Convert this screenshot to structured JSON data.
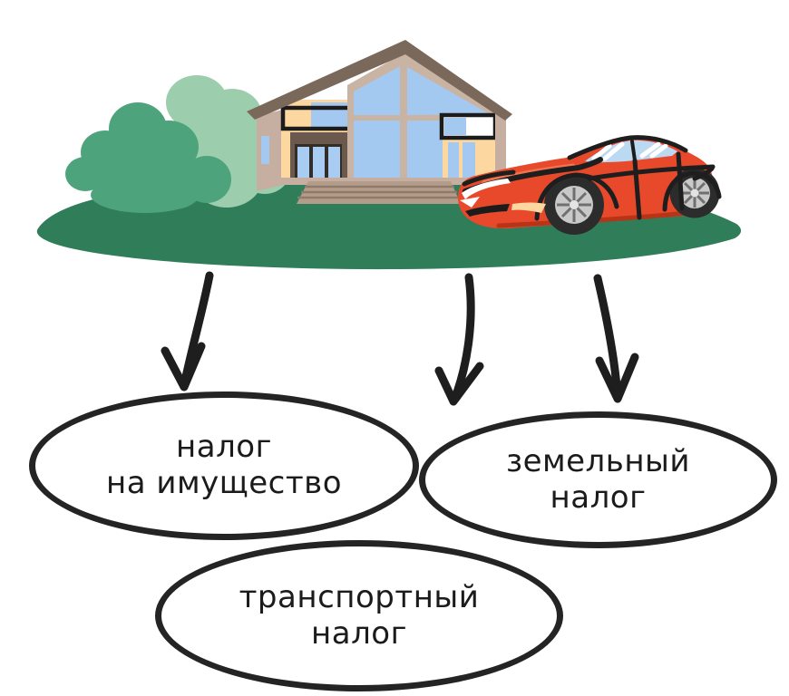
{
  "bubbles": [
    {
      "id": "property-tax-bubble",
      "lines": [
        "налог",
        "на имущество"
      ]
    },
    {
      "id": "land-tax-bubble",
      "lines": [
        "земельный",
        "налог"
      ]
    },
    {
      "id": "transport-tax-bubble",
      "lines": [
        "транспортный",
        "налог"
      ]
    }
  ],
  "illustration": {
    "hill": "green-lawn",
    "bush": "green-bushes",
    "house": "modern-house",
    "car": "red-electric-sedan",
    "arrows": [
      "arrow-to-property-tax",
      "arrow-to-land-tax",
      "arrow-to-transport-tax"
    ]
  },
  "colors": {
    "background": "#ffffff",
    "outline_black": "#1e1e1e",
    "text": "#1b1b1b",
    "hill_green": "#2f7d59",
    "bush_light_green": "#9ccdac",
    "bush_dark_green": "#4da47c",
    "roof_brown": "#7a695a",
    "wall_beige": "#c6afa0",
    "wall_dark_brown": "#6a594c",
    "trim_cream": "#fcd8a0",
    "glass_blue": "#a3c9f0",
    "car_red": "#e7492a",
    "wheel_silver": "#c9c9c9"
  }
}
